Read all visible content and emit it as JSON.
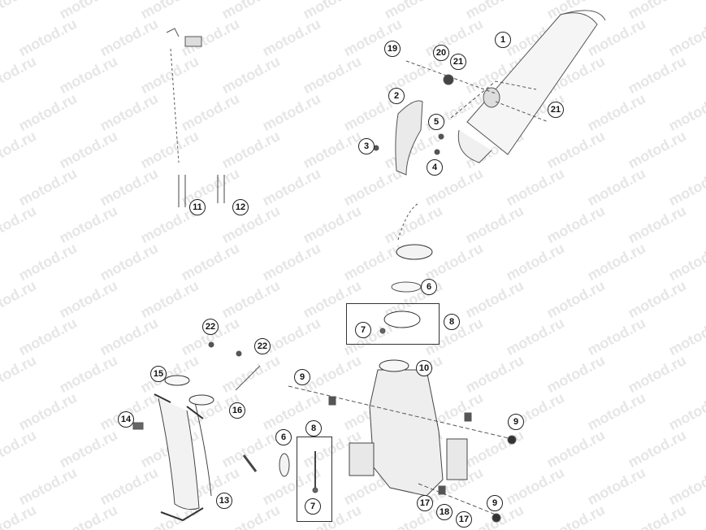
{
  "watermark": "motod.ru",
  "callouts": [
    {
      "id": "c1",
      "label": "1"
    },
    {
      "id": "c19",
      "label": "19"
    },
    {
      "id": "c20",
      "label": "20"
    },
    {
      "id": "c21a",
      "label": "21"
    },
    {
      "id": "c21b",
      "label": "21"
    },
    {
      "id": "c2",
      "label": "2"
    },
    {
      "id": "c5",
      "label": "5"
    },
    {
      "id": "c3",
      "label": "3"
    },
    {
      "id": "c4",
      "label": "4"
    },
    {
      "id": "c11",
      "label": "11"
    },
    {
      "id": "c12",
      "label": "12"
    },
    {
      "id": "c6a",
      "label": "6"
    },
    {
      "id": "c8a",
      "label": "8"
    },
    {
      "id": "c7a",
      "label": "7"
    },
    {
      "id": "c22a",
      "label": "22"
    },
    {
      "id": "c22b",
      "label": "22"
    },
    {
      "id": "c10",
      "label": "10"
    },
    {
      "id": "c9a",
      "label": "9"
    },
    {
      "id": "c15",
      "label": "15"
    },
    {
      "id": "c16",
      "label": "16"
    },
    {
      "id": "c14",
      "label": "14"
    },
    {
      "id": "c9b",
      "label": "9"
    },
    {
      "id": "c6b",
      "label": "6"
    },
    {
      "id": "c8b",
      "label": "8"
    },
    {
      "id": "c7b",
      "label": "7"
    },
    {
      "id": "c13",
      "label": "13"
    },
    {
      "id": "c17a",
      "label": "17"
    },
    {
      "id": "c18",
      "label": "18"
    },
    {
      "id": "c17b",
      "label": "17"
    },
    {
      "id": "c9c",
      "label": "9"
    }
  ]
}
